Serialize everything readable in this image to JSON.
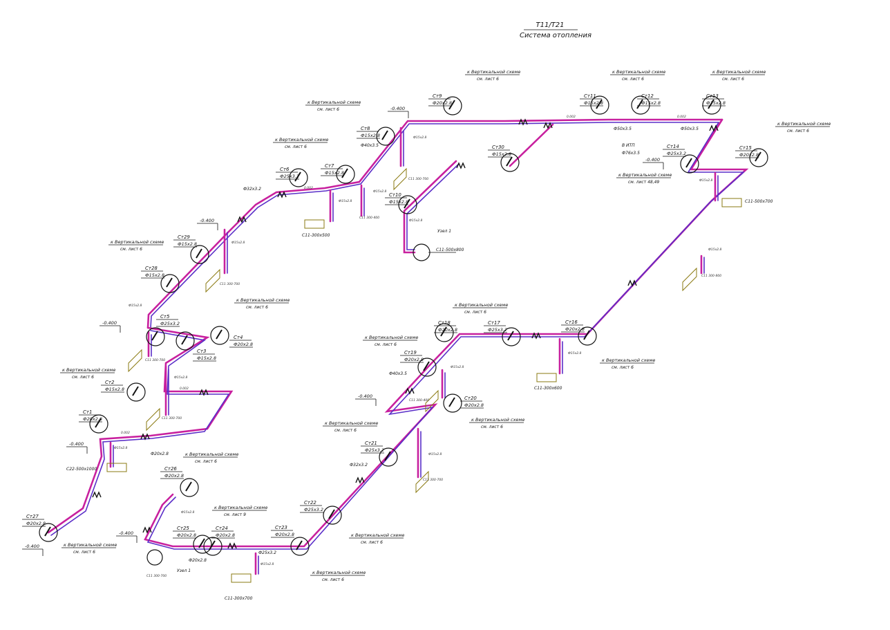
{
  "title": "Т11/Т21",
  "subtitle": "Система отопления",
  "colors": {
    "supply": "#c8209e",
    "return": "#5a2ec8",
    "lines": "#111111",
    "radiator": "#8a7a10"
  },
  "risers": [
    {
      "id": "Ст1",
      "d": "Ф20х2.8"
    },
    {
      "id": "Ст2",
      "d": "Ф15х2.8"
    },
    {
      "id": "Ст3",
      "d": "Ф15х2.8"
    },
    {
      "id": "Ст4",
      "d": "Ф20х2.8"
    },
    {
      "id": "Ст5",
      "d": "Ф25х3.2"
    },
    {
      "id": "Ст6",
      "d": "Ф25х3.2"
    },
    {
      "id": "Ст7",
      "d": "Ф15х2.8"
    },
    {
      "id": "Ст8",
      "d": "Ф15х2.8"
    },
    {
      "id": "Ст9",
      "d": "Ф20х2.8"
    },
    {
      "id": "Ст10",
      "d": "Ф15х2.8"
    },
    {
      "id": "Ст11",
      "d": "Ф15х2.8"
    },
    {
      "id": "Ст12",
      "d": "Ф15х2.8"
    },
    {
      "id": "Ст13",
      "d": "Ф15х2.8"
    },
    {
      "id": "Ст14",
      "d": "Ф25х3.2"
    },
    {
      "id": "Ст15",
      "d": "Ф20х2.8"
    },
    {
      "id": "Ст16",
      "d": "Ф20х2.8"
    },
    {
      "id": "Ст17",
      "d": "Ф25х3.2"
    },
    {
      "id": "Ст18",
      "d": "Ф20х2.8"
    },
    {
      "id": "Ст19",
      "d": "Ф20х2.8"
    },
    {
      "id": "Ст20",
      "d": "Ф20х2.8"
    },
    {
      "id": "Ст21",
      "d": "Ф25х3.2"
    },
    {
      "id": "Ст22",
      "d": "Ф25х3.2"
    },
    {
      "id": "Ст23",
      "d": "Ф20х2.8"
    },
    {
      "id": "Ст24",
      "d": "Ф20х2.8"
    },
    {
      "id": "Ст25",
      "d": "Ф20х2.8"
    },
    {
      "id": "Ст26",
      "d": "Ф20х2.8"
    },
    {
      "id": "Ст27",
      "d": "Ф20х2.8"
    },
    {
      "id": "Ст28",
      "d": "Ф15х2.8"
    },
    {
      "id": "Ст29",
      "d": "Ф15х2.8"
    },
    {
      "id": "Ст30",
      "d": "Ф15х2.8"
    }
  ],
  "ref_text": "к Вертикальной схеме",
  "ref_sheet": "см. лист 6",
  "ref_sheet_9": "см. лист 9",
  "ref_sheet_48": "см. лист 48,49",
  "level": "-0.400",
  "node": "Узел 1",
  "itp": "В ИТП",
  "pipes": {
    "d15": "Ф15х2.8",
    "d20": "Ф20х2.8",
    "d25": "Ф25х3.2",
    "d32": "Ф32х3.2",
    "d40": "Ф40х3.5",
    "d50": "Ф50х3.5",
    "d76": "Ф76х3.5"
  },
  "slope": "0.002",
  "radiators": {
    "r1": "С11-300х500",
    "r2": "С11-500х800",
    "r3": "С11-500х700",
    "r4": "С11-300х600",
    "r5": "С11-300х700",
    "r6": "С22-500х1000",
    "r7": "С11 300-700",
    "r8": "С11 300-400",
    "r9": "С11 300-800"
  }
}
